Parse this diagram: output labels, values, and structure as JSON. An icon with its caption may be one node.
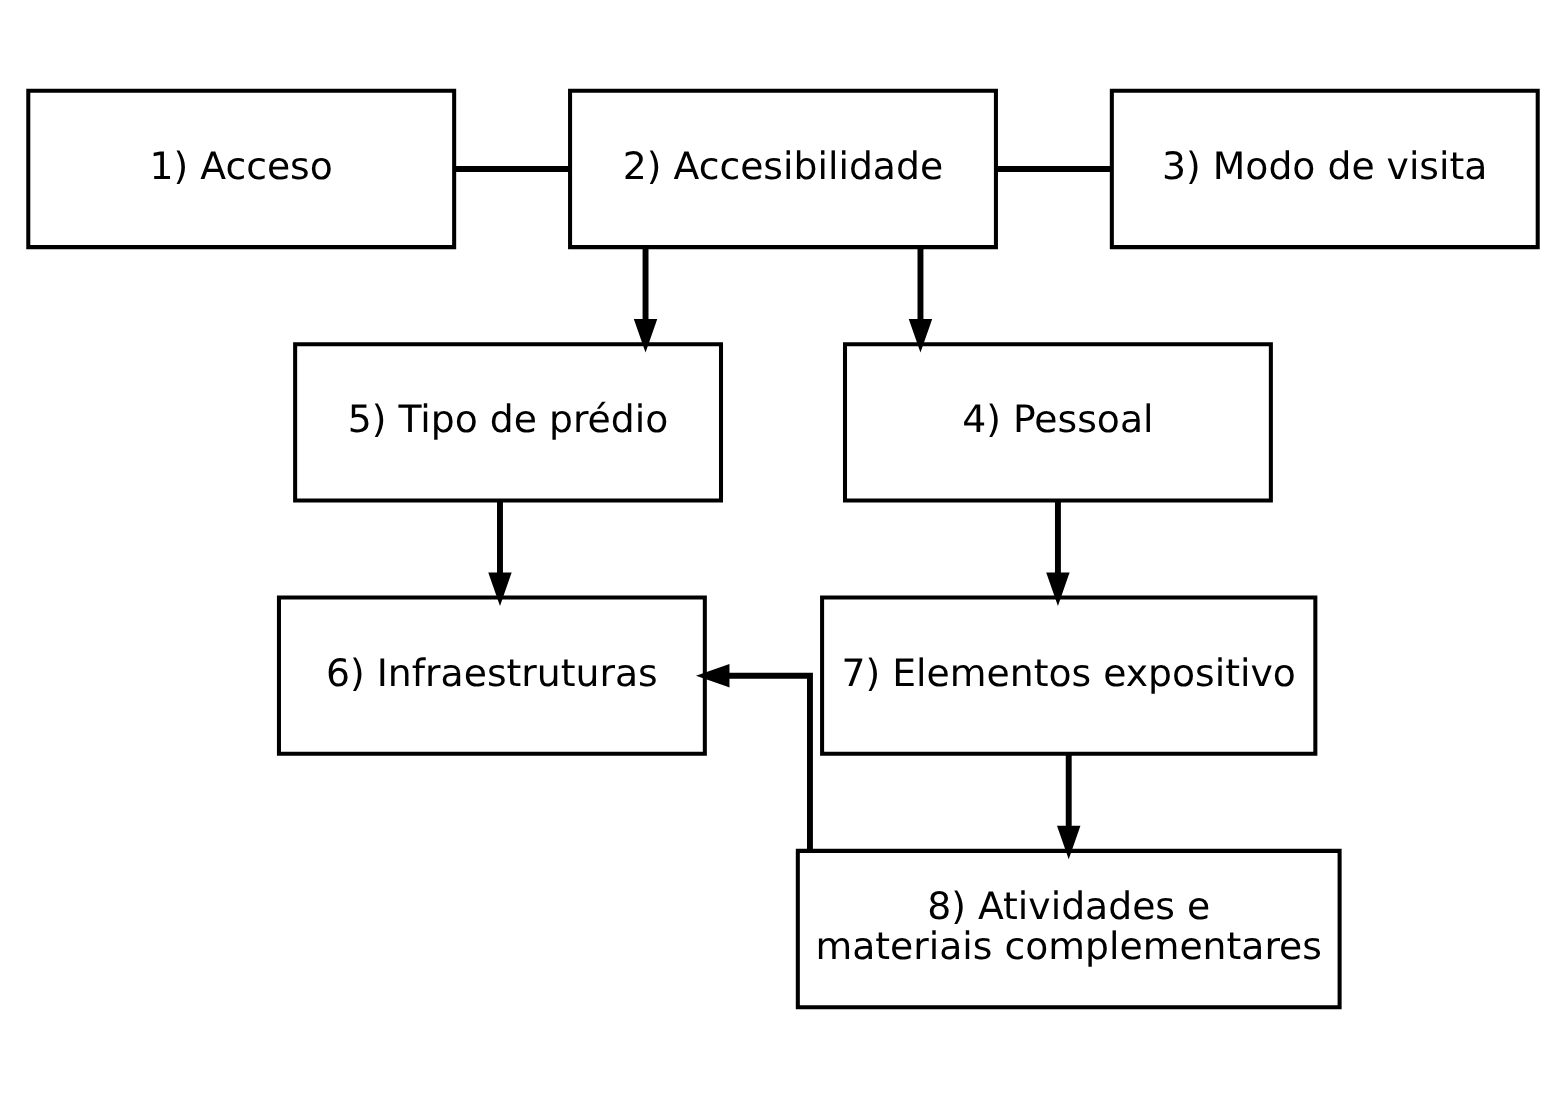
{
  "diagram": {
    "nodes": [
      {
        "text": [
          "1) Acceso"
        ]
      },
      {
        "text": [
          "2) Accesibilidade"
        ]
      },
      {
        "text": [
          "3) Modo de visita"
        ]
      },
      {
        "text": [
          "5) Tipo de prédio"
        ]
      },
      {
        "text": [
          "4) Pessoal"
        ]
      },
      {
        "text": [
          "6) Infraestruturas"
        ]
      },
      {
        "text": [
          "7) Elementos expositivo"
        ]
      },
      {
        "text": [
          "8) Atividades e materiais complementares"
        ]
      }
    ],
    "edges": [
      {
        "from": 0,
        "to": 1,
        "arrow": "none"
      },
      {
        "from": 1,
        "to": 2,
        "arrow": "none"
      },
      {
        "from": 1,
        "to": 3,
        "arrow": "to"
      },
      {
        "from": 1,
        "to": 4,
        "arrow": "to"
      },
      {
        "from": 3,
        "to": 5,
        "arrow": "to"
      },
      {
        "from": 4,
        "to": 6,
        "arrow": "to"
      },
      {
        "from": 6,
        "to": 7,
        "arrow": "to"
      },
      {
        "from": 7,
        "to": 5,
        "arrow": "to"
      }
    ]
  }
}
